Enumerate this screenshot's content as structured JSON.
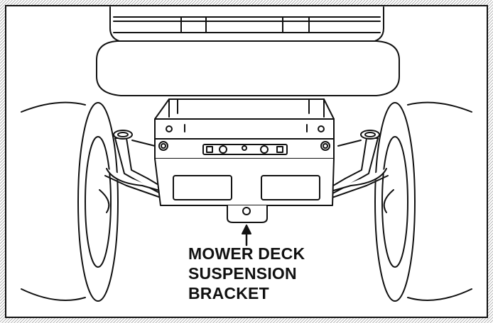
{
  "figure": {
    "callout": {
      "line1": "MOWER DECK",
      "line2": "SUSPENSION",
      "line3": "BRACKET"
    }
  },
  "colors": {
    "ink": "#111111",
    "hatch": "#9a9a9a",
    "paper": "#ffffff"
  }
}
